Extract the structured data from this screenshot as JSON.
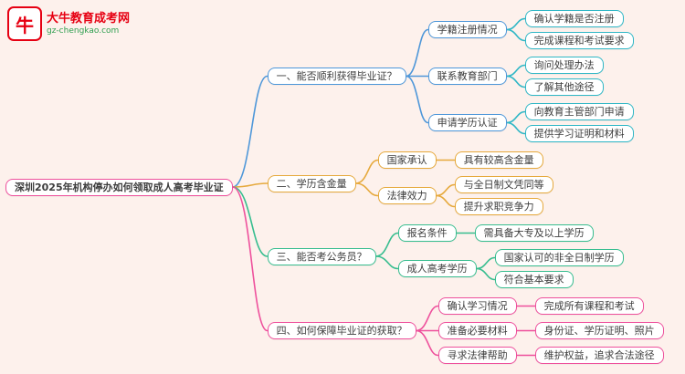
{
  "page": {
    "background": "#fdf1ec"
  },
  "logo": {
    "title": "大牛教育成考网",
    "subtitle": "gz-chengkao.com",
    "icon_glyph": "牛",
    "brand_color": "#e60012",
    "subtitle_color": "#2e9e4f"
  },
  "colors": {
    "branch_blue": "#4e97d9",
    "leaf_cyan": "#2fb7c6",
    "branch_yellow": "#e6a93c",
    "branch_green": "#37bd8f",
    "branch_pink": "#ee509c"
  },
  "mindmap": {
    "root": {
      "label": "深圳2025年机构停办如何领取成人高考毕业证",
      "color": "#ee509c",
      "children": [
        {
          "label": "一、能否顺利获得毕业证？",
          "color": "#4e97d9",
          "children": [
            {
              "label": "学籍注册情况",
              "color": "#4e97d9",
              "children": [
                {
                  "label": "确认学籍是否注册",
                  "color": "#2fb7c6"
                },
                {
                  "label": "完成课程和考试要求",
                  "color": "#2fb7c6"
                }
              ]
            },
            {
              "label": "联系教育部门",
              "color": "#4e97d9",
              "children": [
                {
                  "label": "询问处理办法",
                  "color": "#2fb7c6"
                },
                {
                  "label": "了解其他途径",
                  "color": "#2fb7c6"
                }
              ]
            },
            {
              "label": "申请学历认证",
              "color": "#4e97d9",
              "children": [
                {
                  "label": "向教育主管部门申请",
                  "color": "#2fb7c6"
                },
                {
                  "label": "提供学习证明和材料",
                  "color": "#2fb7c6"
                }
              ]
            }
          ]
        },
        {
          "label": "二、学历含金量",
          "color": "#e6a93c",
          "children": [
            {
              "label": "国家承认",
              "color": "#e6a93c",
              "children": [
                {
                  "label": "具有较高含金量",
                  "color": "#e6a93c"
                }
              ]
            },
            {
              "label": "法律效力",
              "color": "#e6a93c",
              "children": [
                {
                  "label": "与全日制文凭同等",
                  "color": "#e6a93c"
                },
                {
                  "label": "提升求职竞争力",
                  "color": "#e6a93c"
                }
              ]
            }
          ]
        },
        {
          "label": "三、能否考公务员？",
          "color": "#37bd8f",
          "children": [
            {
              "label": "报名条件",
              "color": "#37bd8f",
              "children": [
                {
                  "label": "需具备大专及以上学历",
                  "color": "#37bd8f"
                }
              ]
            },
            {
              "label": "成人高考学历",
              "color": "#37bd8f",
              "children": [
                {
                  "label": "国家认可的非全日制学历",
                  "color": "#37bd8f"
                },
                {
                  "label": "符合基本要求",
                  "color": "#37bd8f"
                }
              ]
            }
          ]
        },
        {
          "label": "四、如何保障毕业证的获取？",
          "color": "#ee509c",
          "children": [
            {
              "label": "确认学习情况",
              "color": "#ee509c",
              "children": [
                {
                  "label": "完成所有课程和考试",
                  "color": "#ee509c"
                }
              ]
            },
            {
              "label": "准备必要材料",
              "color": "#ee509c",
              "children": [
                {
                  "label": "身份证、学历证明、照片",
                  "color": "#ee509c"
                }
              ]
            },
            {
              "label": "寻求法律帮助",
              "color": "#ee509c",
              "children": [
                {
                  "label": "维护权益，追求合法途径",
                  "color": "#ee509c"
                }
              ]
            }
          ]
        }
      ]
    }
  }
}
